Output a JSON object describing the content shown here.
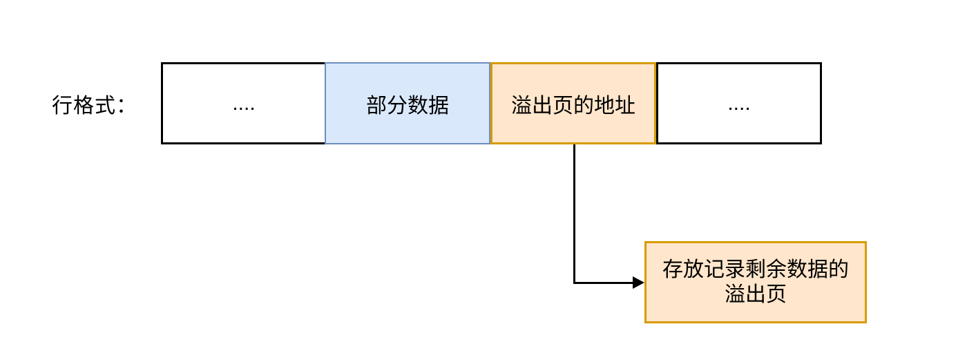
{
  "diagram": {
    "row_label": "行格式：",
    "cells": [
      {
        "name": "ellipsis-left",
        "text": "...."
      },
      {
        "name": "partial-data",
        "text": "部分数据"
      },
      {
        "name": "overflow-page-address",
        "text": "溢出页的地址"
      },
      {
        "name": "ellipsis-right",
        "text": "...."
      }
    ],
    "overflow_box": {
      "line1": "存放记录剩余数据的",
      "line2": "溢出页"
    },
    "colors": {
      "background": "#FFFFFF",
      "plain_cell_fill": "#FFFFFF",
      "plain_cell_border": "#000000",
      "blue_cell_fill": "#DAE8FC",
      "blue_cell_border": "#6C8EBF",
      "orange_cell_fill": "#FFE6CC",
      "orange_cell_border": "#D79B00",
      "arrow": "#000000",
      "text": "#000000"
    }
  }
}
